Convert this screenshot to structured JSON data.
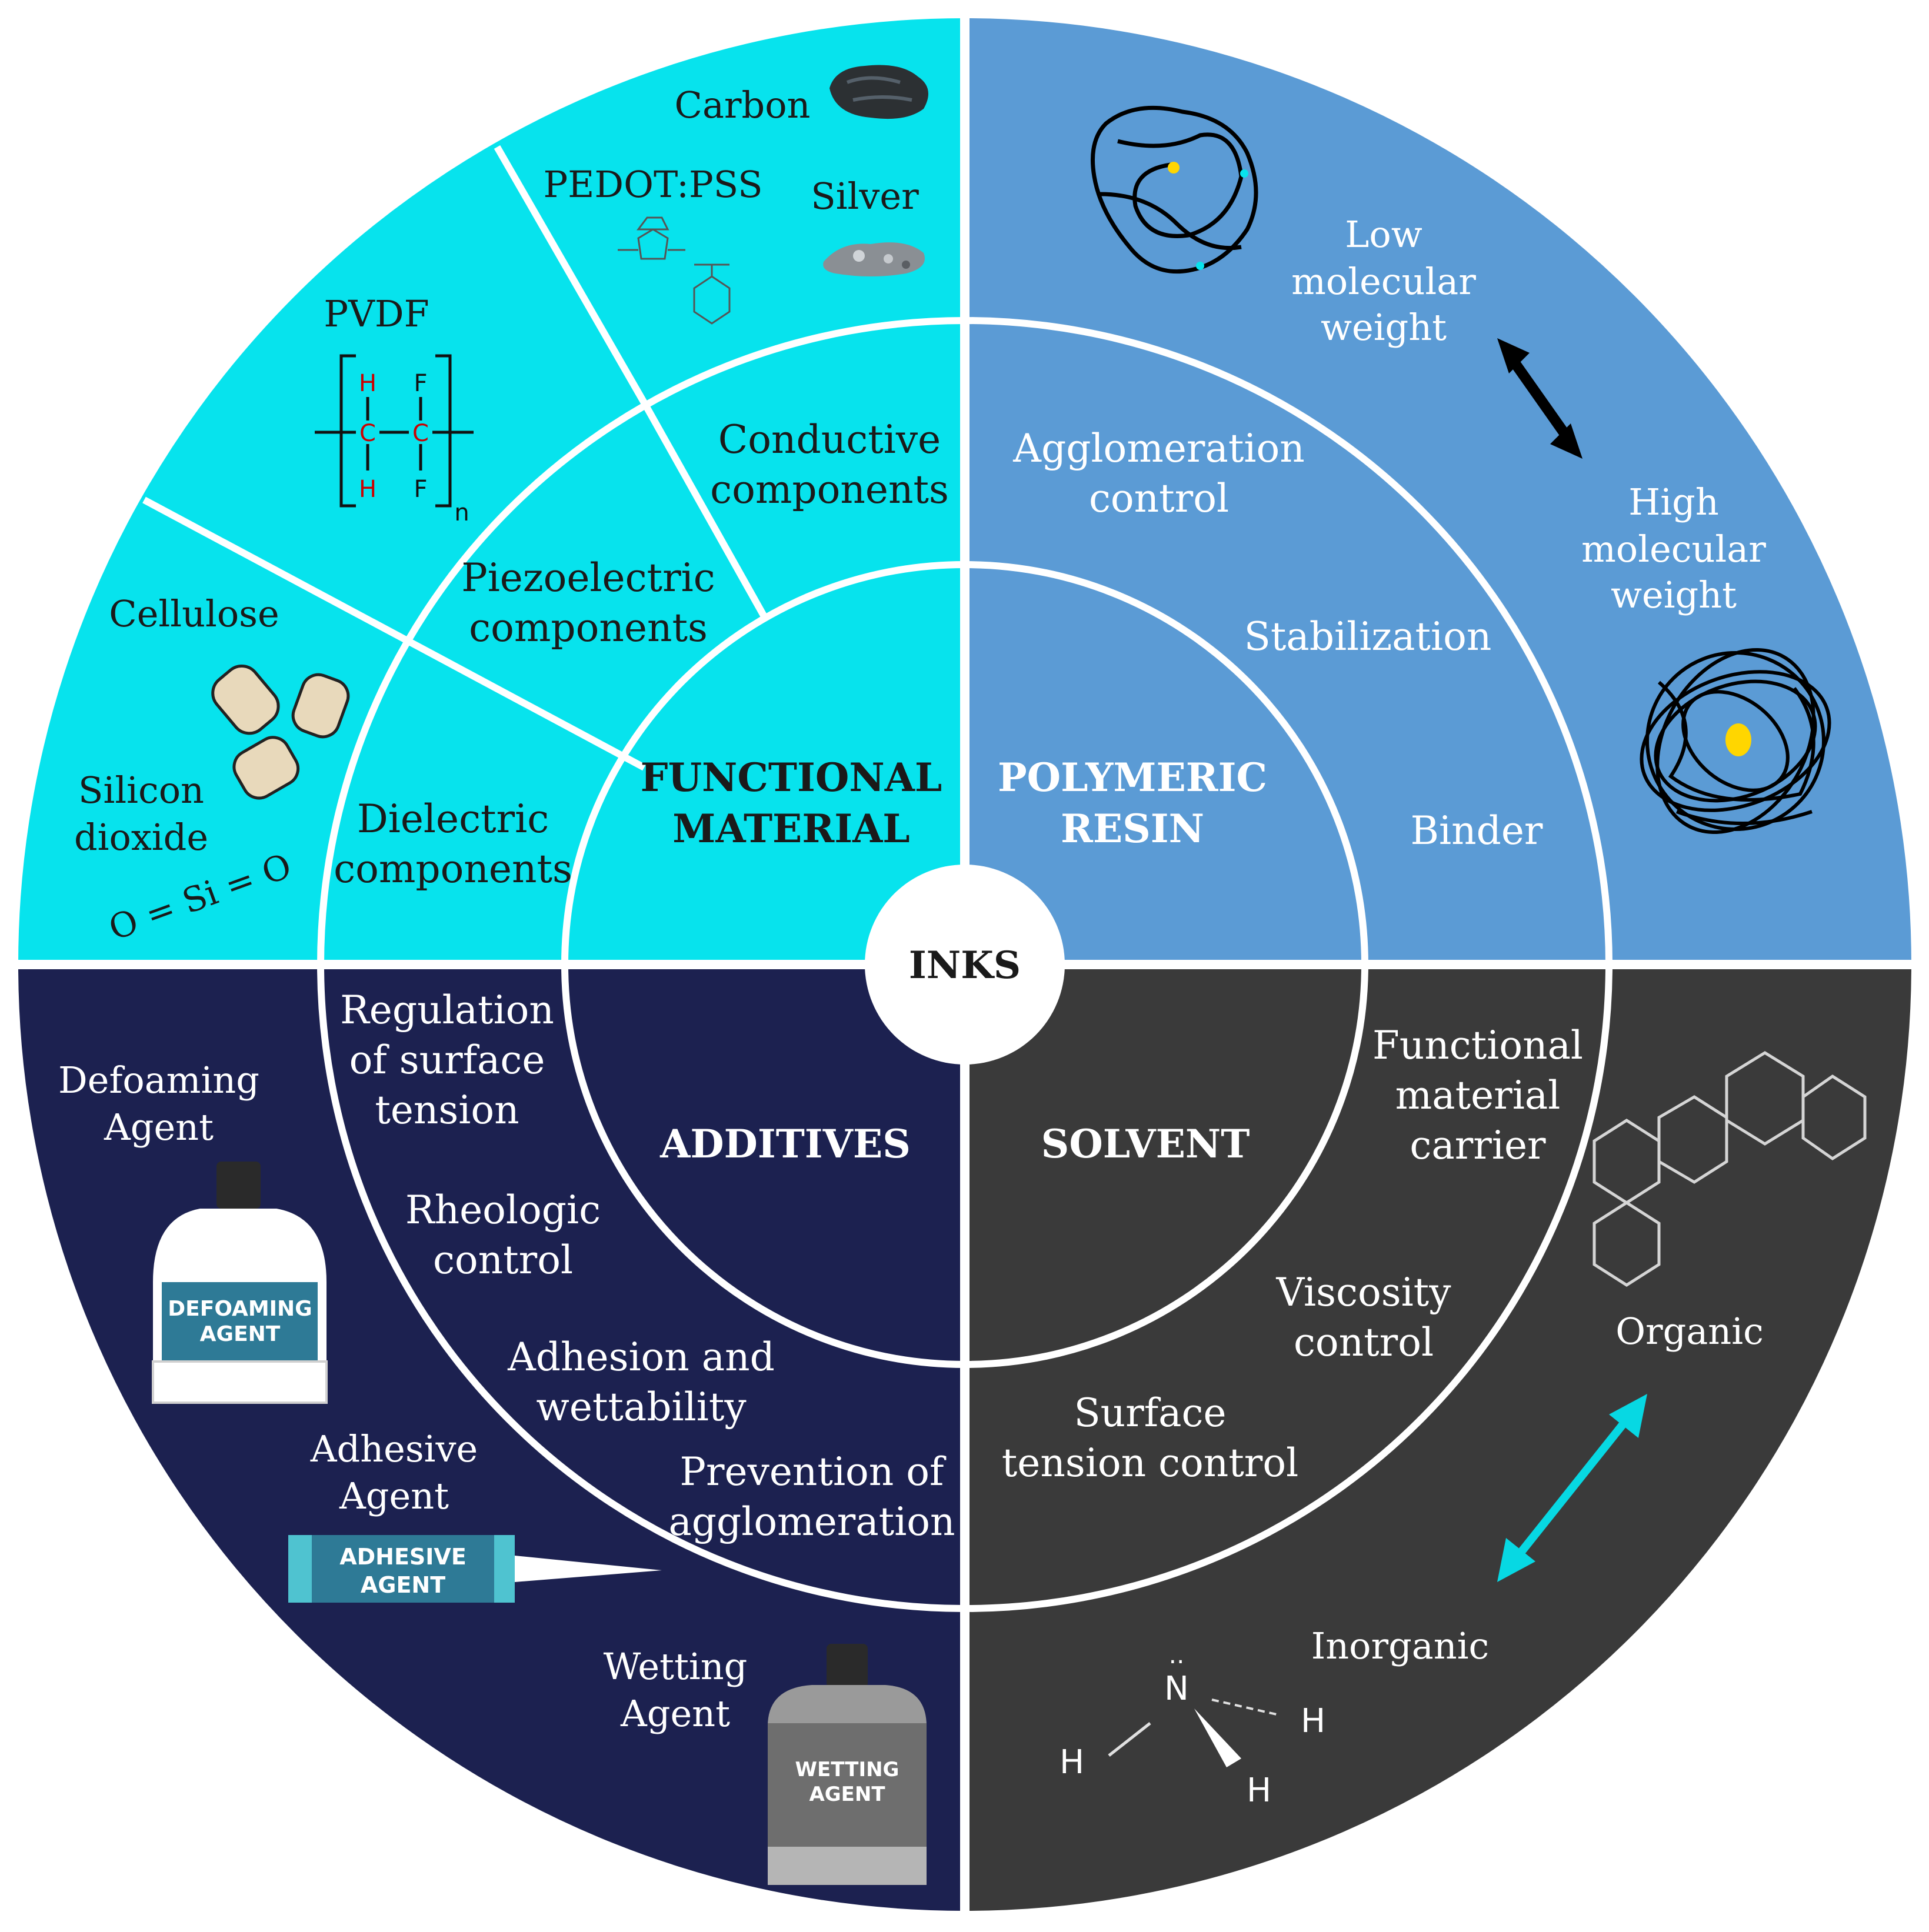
{
  "center": {
    "label": "INKS"
  },
  "quadrants": {
    "functional": {
      "title_line1": "FUNCTIONAL",
      "title_line2": "MATERIAL",
      "color": "#07e3ed",
      "components": {
        "conductive": [
          "Conductive",
          "components"
        ],
        "piezoelectric": [
          "Piezoelectric",
          "components"
        ],
        "dielectric": [
          "Dielectric",
          "components"
        ]
      },
      "materials": {
        "carbon": "Carbon",
        "pedot": "PEDOT:PSS",
        "silver": "Silver",
        "pvdf": "PVDF",
        "cellulose": "Cellulose",
        "silicon": [
          "Silicon",
          "dioxide"
        ],
        "sio2_formula": "O = Si = O",
        "pvdf_h": "H",
        "pvdf_f": "F",
        "pvdf_c": "C",
        "pvdf_n": "n"
      }
    },
    "resin": {
      "title_line1": "POLYMERIC",
      "title_line2": "RESIN",
      "color": "#5b9bd5",
      "functions": {
        "agglomeration": [
          "Agglomeration",
          "control"
        ],
        "stabilization": "Stabilization",
        "binder": "Binder"
      },
      "weights": {
        "low": [
          "Low",
          "molecular",
          "weight"
        ],
        "high": [
          "High",
          "molecular",
          "weight"
        ]
      }
    },
    "additives": {
      "title": "ADDITIVES",
      "color": "#1c2150",
      "functions": {
        "surface_tension": [
          "Regulation",
          "of surface",
          "tension"
        ],
        "rheologic": [
          "Rheologic",
          "control"
        ],
        "adhesion": [
          "Adhesion and",
          "wettability"
        ],
        "prevention": [
          "Prevention of",
          "agglomeration"
        ]
      },
      "agents": {
        "defoaming": [
          "Defoaming",
          "Agent"
        ],
        "adhesive": [
          "Adhesive",
          "Agent"
        ],
        "wetting": [
          "Wetting",
          "Agent"
        ],
        "defoaming_tag": [
          "DEFOAMING",
          "AGENT"
        ],
        "adhesive_tag": [
          "ADHESIVE",
          "AGENT"
        ],
        "wetting_tag": [
          "WETTING",
          "AGENT"
        ]
      }
    },
    "solvent": {
      "title": "SOLVENT",
      "color": "#3a3a3a",
      "functions": {
        "carrier": [
          "Functional",
          "material",
          "carrier"
        ],
        "viscosity": [
          "Viscosity",
          "control"
        ],
        "surface": [
          "Surface",
          "tension control"
        ]
      },
      "types": {
        "organic": "Organic",
        "inorganic": "Inorganic",
        "nh3_n": "N",
        "nh3_h": "H",
        "lone_pair": ".."
      }
    }
  }
}
